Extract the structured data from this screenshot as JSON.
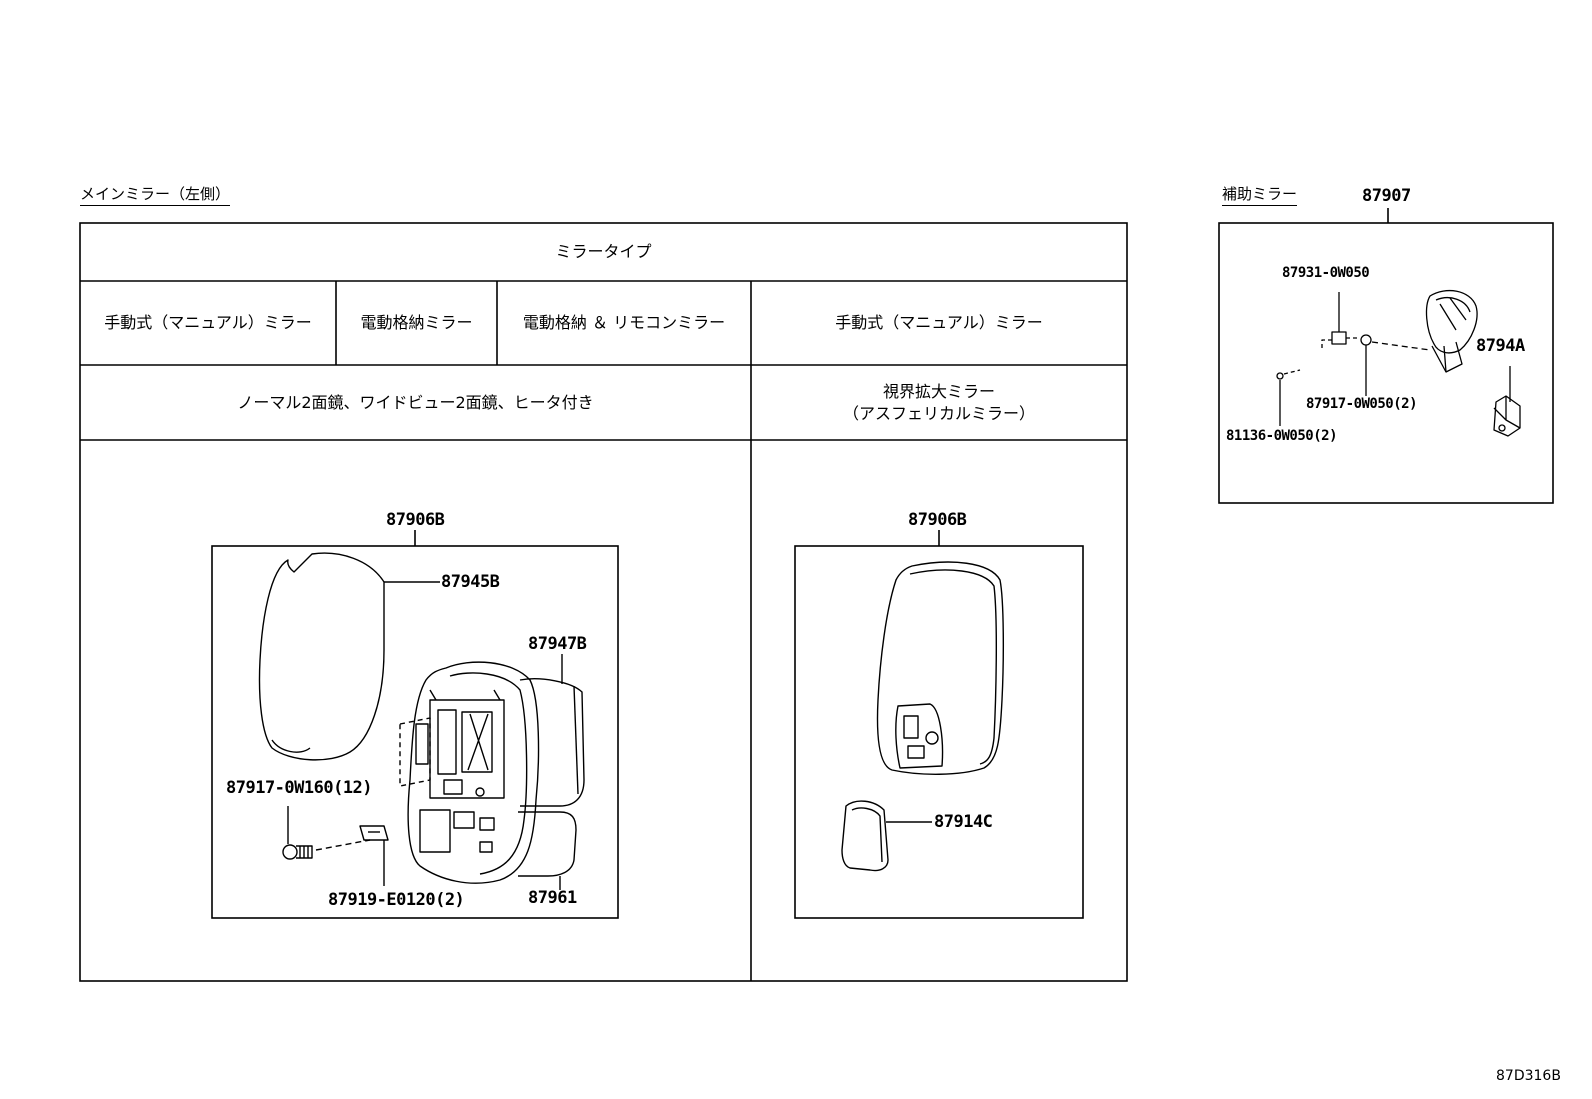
{
  "main_mirror": {
    "heading": "メインミラー（左側）",
    "header_row": "ミラータイプ",
    "type_row": [
      "手動式（マニュアル）ミラー",
      "電動格納ミラー",
      "電動格納 ＆ リモコンミラー",
      "手動式（マニュアル）ミラー"
    ],
    "desc_row": {
      "left": "ノーマル2面鏡、ワイドビュー2面鏡、ヒータ付き",
      "right_line1": "視界拡大ミラー",
      "right_line2": "（アスフェリカルミラー）"
    },
    "left_assembly": {
      "assembly": "87906B",
      "parts": [
        "87945B",
        "87947B",
        "87917-0W160(12)",
        "87919-E0120(2)",
        "87961"
      ]
    },
    "right_assembly": {
      "assembly": "87906B",
      "parts": [
        "87914C"
      ]
    }
  },
  "aux_mirror": {
    "heading": "補助ミラー",
    "assembly": "87907",
    "parts": [
      "87931-0W050",
      "8794A",
      "87917-0W050(2)",
      "81136-0W050(2)"
    ]
  },
  "figure_code": "87D316B"
}
